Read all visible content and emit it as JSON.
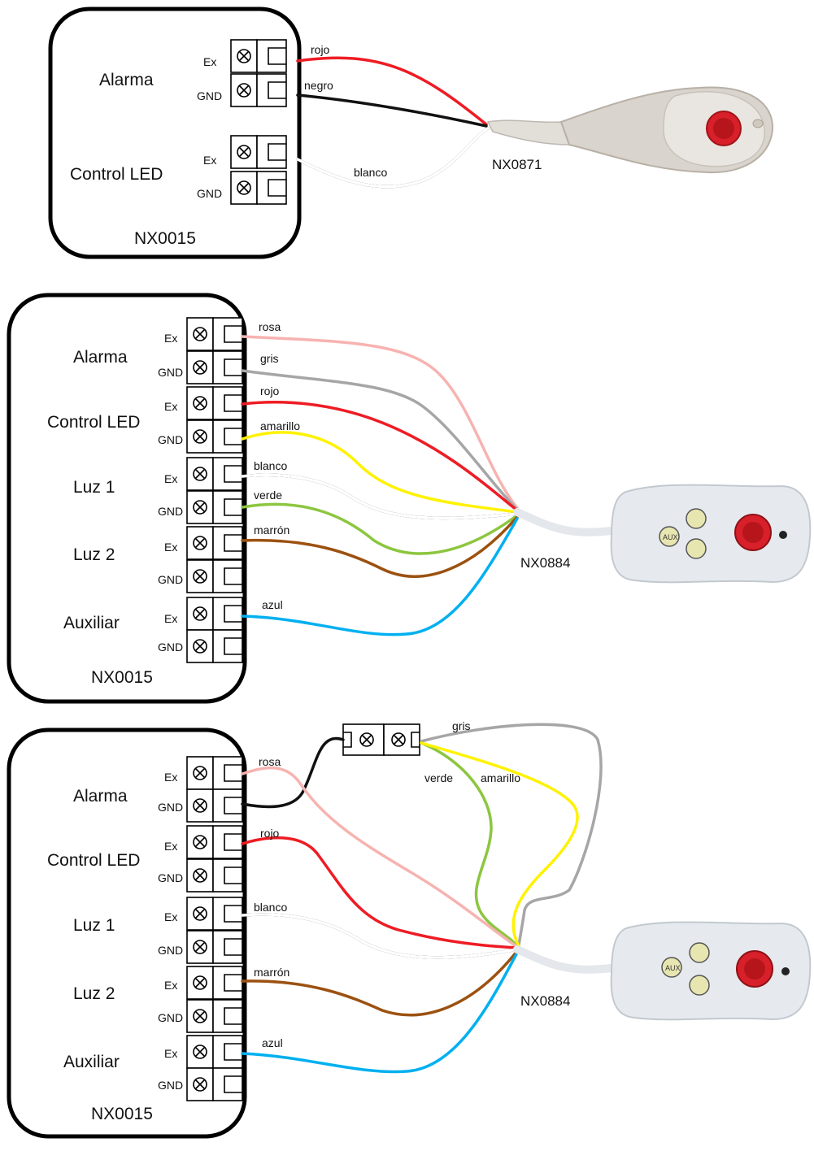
{
  "diagram_1": {
    "module_label": "NX0015",
    "groups": [
      {
        "name": "Alarma",
        "pins": [
          "Ex",
          "GND"
        ]
      },
      {
        "name": "Control LED",
        "pins": [
          "Ex",
          "GND"
        ]
      }
    ],
    "wires": [
      "rojo",
      "negro",
      "blanco"
    ],
    "device_label": "NX0871"
  },
  "diagram_2": {
    "module_label": "NX0015",
    "groups": [
      {
        "name": "Alarma",
        "pins": [
          "Ex",
          "GND"
        ]
      },
      {
        "name": "Control LED",
        "pins": [
          "Ex",
          "GND"
        ]
      },
      {
        "name": "Luz 1",
        "pins": [
          "Ex",
          "GND"
        ]
      },
      {
        "name": "Luz 2",
        "pins": [
          "Ex",
          "GND"
        ]
      },
      {
        "name": "Auxiliar",
        "pins": [
          "Ex",
          "GND"
        ]
      }
    ],
    "wires": [
      "rosa",
      "gris",
      "rojo",
      "amarillo",
      "blanco",
      "verde",
      "marrón",
      "azul"
    ],
    "device_label": "NX0884",
    "device_button": "AUX"
  },
  "diagram_3": {
    "module_label": "NX0015",
    "groups": [
      {
        "name": "Alarma",
        "pins": [
          "Ex",
          "GND"
        ]
      },
      {
        "name": "Control LED",
        "pins": [
          "Ex",
          "GND"
        ]
      },
      {
        "name": "Luz 1",
        "pins": [
          "Ex",
          "GND"
        ]
      },
      {
        "name": "Luz 2",
        "pins": [
          "Ex",
          "GND"
        ]
      },
      {
        "name": "Auxiliar",
        "pins": [
          "Ex",
          "GND"
        ]
      }
    ],
    "wires": [
      "rosa",
      "rojo",
      "blanco",
      "marrón",
      "azul",
      "gris",
      "verde",
      "amarillo"
    ],
    "device_label": "NX0884",
    "device_button": "AUX"
  },
  "colors": {
    "rojo": "#ee1c24",
    "negro": "#111111",
    "blanco": "#ffffff",
    "rosa": "#f6b3b0",
    "gris": "#a6a6a6",
    "amarillo": "#fff200",
    "verde": "#8cc63f",
    "marron": "#9c5110",
    "azul": "#00b0f0",
    "device_body": "#e8ecef",
    "alarm_button": "#d8202a",
    "light_button": "#e8e6b0"
  }
}
